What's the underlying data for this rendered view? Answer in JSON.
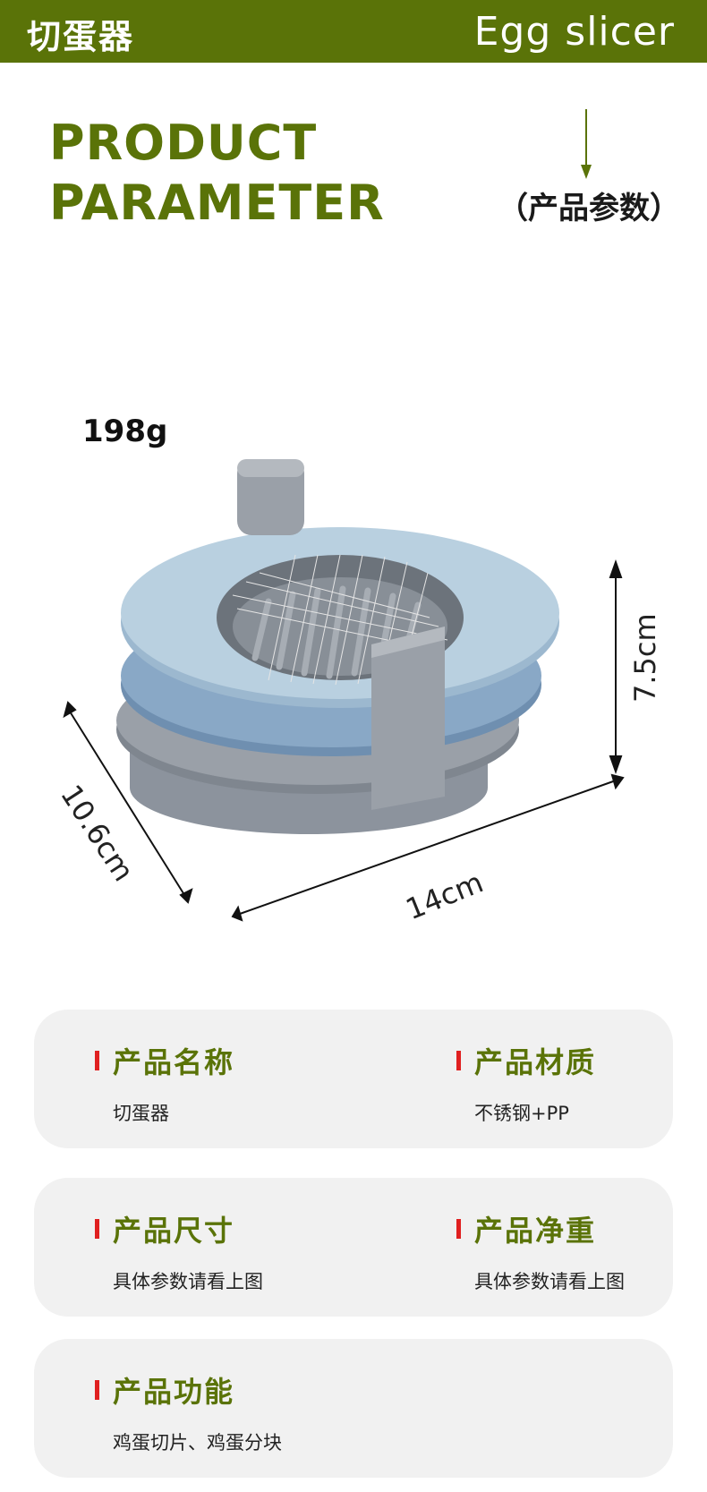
{
  "header": {
    "title_cn": "切蛋器",
    "title_en": "Egg slicer"
  },
  "intro": {
    "title_line1": "PRODUCT",
    "title_line2": "PARAMETER",
    "subtitle": "（产品参数）"
  },
  "product_image": {
    "weight": "198g",
    "dim_height": "7.5cm",
    "dim_depth": "10.6cm",
    "dim_width": "14cm"
  },
  "params": [
    {
      "label": "产品名称",
      "value": "切蛋器"
    },
    {
      "label": "产品材质",
      "value": "不锈钢+PP"
    },
    {
      "label": "产品尺寸",
      "value": "具体参数请看上图"
    },
    {
      "label": "产品净重",
      "value": "具体参数请看上图"
    },
    {
      "label": "产品功能",
      "value": "鸡蛋切片、鸡蛋分块"
    }
  ],
  "colors": {
    "brand_green": "#5a7308",
    "accent_red": "#e02020",
    "card_bg": "#f1f1f1"
  }
}
